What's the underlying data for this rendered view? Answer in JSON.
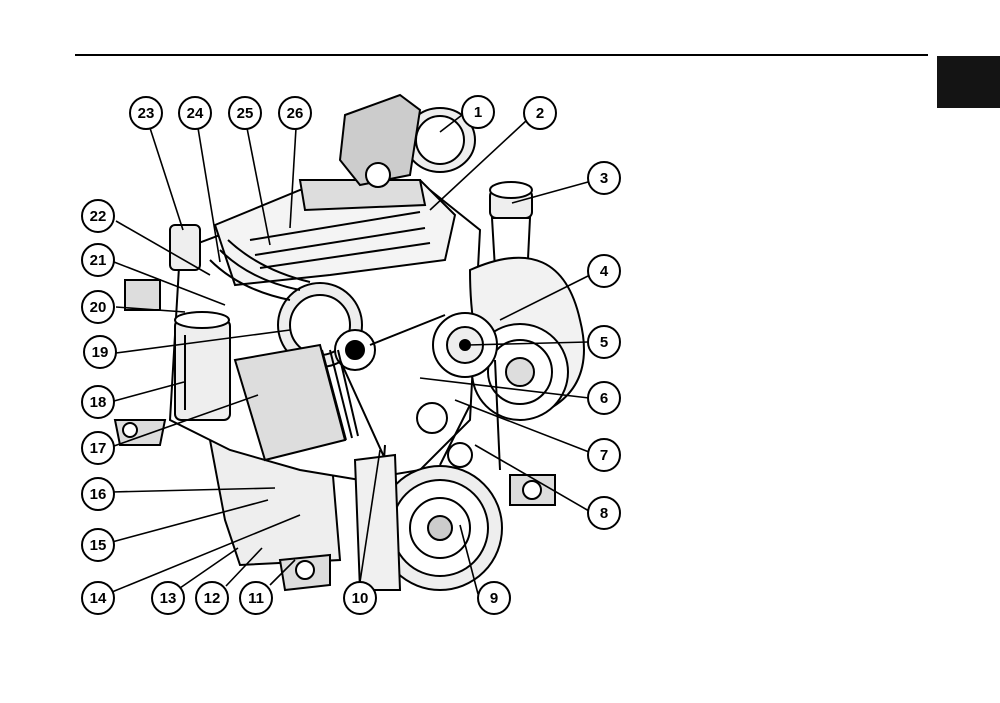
{
  "callouts": [
    {
      "id": 1,
      "label": "1"
    },
    {
      "id": 2,
      "label": "2"
    },
    {
      "id": 3,
      "label": "3"
    },
    {
      "id": 4,
      "label": "4"
    },
    {
      "id": 5,
      "label": "5"
    },
    {
      "id": 6,
      "label": "6"
    },
    {
      "id": 7,
      "label": "7"
    },
    {
      "id": 8,
      "label": "8"
    },
    {
      "id": 9,
      "label": "9"
    },
    {
      "id": 10,
      "label": "10"
    },
    {
      "id": 11,
      "label": "11"
    },
    {
      "id": 12,
      "label": "12"
    },
    {
      "id": 13,
      "label": "13"
    },
    {
      "id": 14,
      "label": "14"
    },
    {
      "id": 15,
      "label": "15"
    },
    {
      "id": 16,
      "label": "16"
    },
    {
      "id": 17,
      "label": "17"
    },
    {
      "id": 18,
      "label": "18"
    },
    {
      "id": 19,
      "label": "19"
    },
    {
      "id": 20,
      "label": "20"
    },
    {
      "id": 21,
      "label": "21"
    },
    {
      "id": 22,
      "label": "22"
    },
    {
      "id": 23,
      "label": "23"
    },
    {
      "id": 24,
      "label": "24"
    },
    {
      "id": 25,
      "label": "25"
    },
    {
      "id": 26,
      "label": "26"
    }
  ],
  "colors": {
    "ink": "#000000",
    "tab": "#141414",
    "paper": "#ffffff"
  }
}
